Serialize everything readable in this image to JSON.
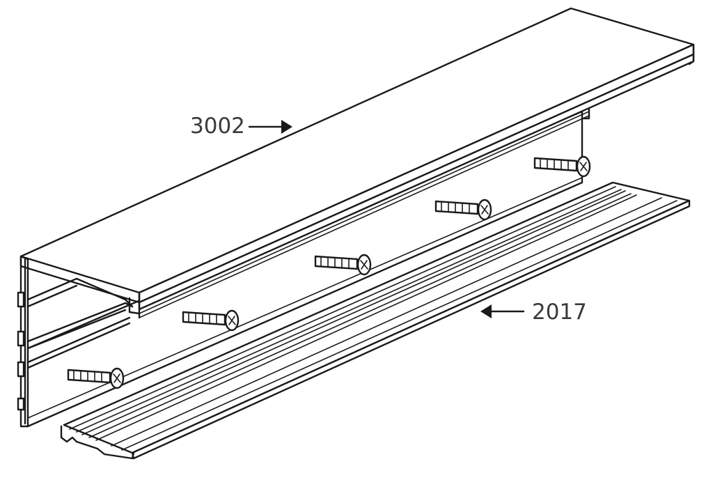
{
  "callouts": {
    "upper": {
      "label": "3002"
    },
    "lower": {
      "label": "2017"
    }
  },
  "colors": {
    "line": "#1a1a1a",
    "label": "#3a3a3a",
    "background": "#ffffff"
  },
  "parts": {
    "cover": {
      "icon": "trunking-cover-profile"
    },
    "base": {
      "icon": "trunking-base-profile"
    },
    "screws": {
      "icon": "screw-icon",
      "count": 5
    }
  }
}
